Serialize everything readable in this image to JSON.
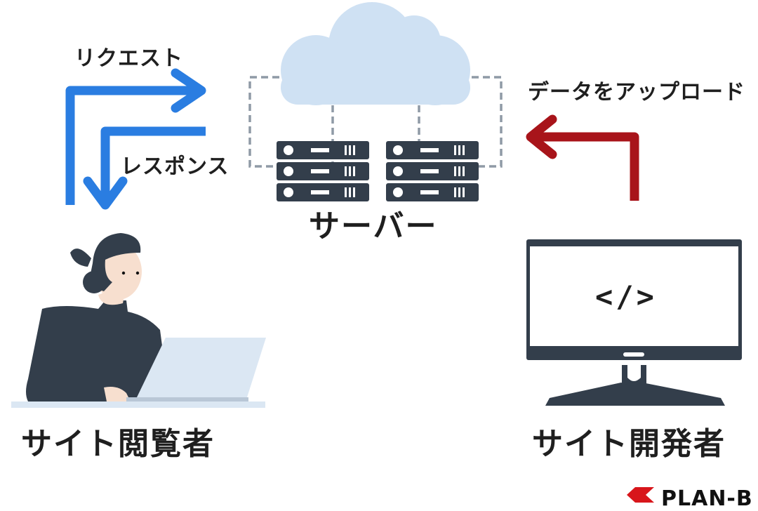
{
  "labels": {
    "request": "リクエスト",
    "response": "レスポンス",
    "server": "サーバー",
    "upload": "データをアップロード",
    "viewer": "サイト閲覧者",
    "developer": "サイト開発者",
    "code_glyph": "</>",
    "logo_text": "PLAN-B"
  },
  "colors": {
    "request_arrow": "#2a7de1",
    "upload_arrow": "#a8141a",
    "cloud": "#cfe1f3",
    "server": "#333e4b",
    "dashes": "#8f9aa6",
    "logo": "#d8161b"
  }
}
